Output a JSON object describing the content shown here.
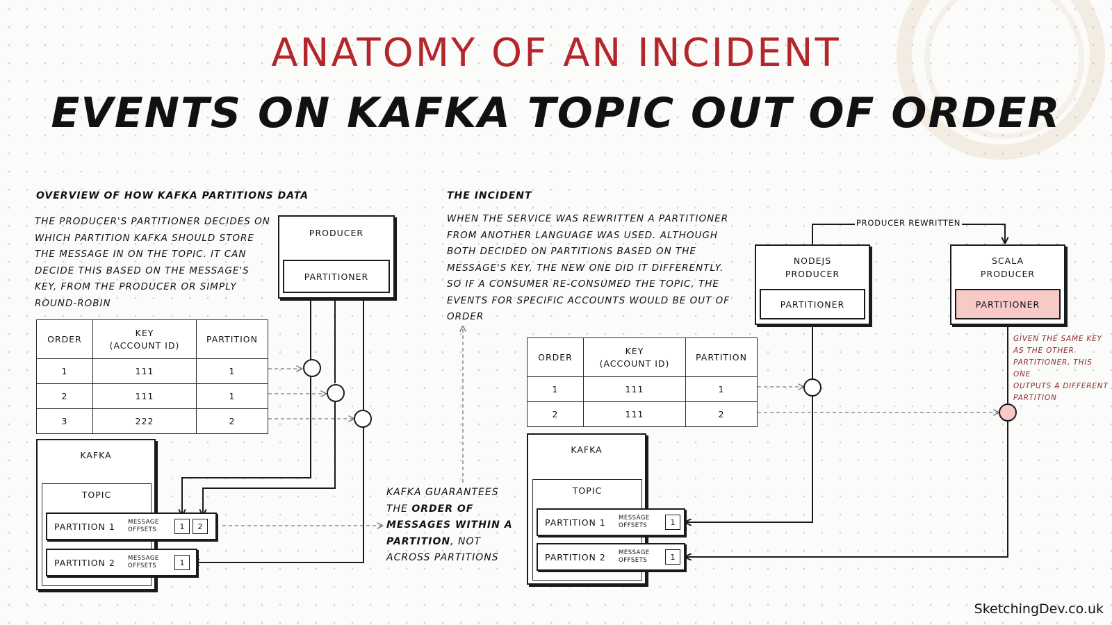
{
  "title": "ANATOMY OF AN INCIDENT",
  "subtitle": "EVENTS ON KAFKA TOPIC OUT OF ORDER",
  "colors": {
    "accent_red": "#b3262b",
    "highlight_pink": "#f7c9c7",
    "note_red": "#8a2a2a"
  },
  "left": {
    "heading": "OVERVIEW OF HOW KAFKA PARTITIONS DATA",
    "description": "THE PRODUCER'S PARTITIONER DECIDES ON\nWHICH PARTITION KAFKA SHOULD STORE\nTHE MESSAGE IN ON THE TOPIC. IT CAN\nDECIDE THIS BASED ON THE MESSAGE'S\nKEY, FROM THE PRODUCER OR SIMPLY\nROUND-ROBIN",
    "producer": {
      "label": "PRODUCER",
      "partitioner": "PARTITIONER"
    },
    "table": {
      "headers": [
        "ORDER",
        "KEY\n(ACCOUNT ID)",
        "PARTITION"
      ],
      "rows": [
        [
          "1",
          "111",
          "1"
        ],
        [
          "2",
          "111",
          "1"
        ],
        [
          "3",
          "222",
          "2"
        ]
      ]
    },
    "kafka": {
      "label": "KAFKA",
      "topic": "TOPIC",
      "partitions": [
        {
          "name": "PARTITION 1",
          "offsets_label": "MESSAGE\nOFFSETS",
          "offsets": [
            "1",
            "2"
          ]
        },
        {
          "name": "PARTITION 2",
          "offsets_label": "MESSAGE\nOFFSETS",
          "offsets": [
            "1"
          ]
        }
      ]
    },
    "guarantee": {
      "line1": "KAFKA GUARANTEES",
      "line2a": "THE ",
      "line2b": "ORDER OF",
      "line3": "MESSAGES WITHIN A",
      "line4a": "PARTITION",
      "line4b": ", NOT",
      "line5": "ACROSS PARTITIONS"
    }
  },
  "right": {
    "heading": "THE INCIDENT",
    "description": "WHEN THE SERVICE WAS REWRITTEN A PARTITIONER\nFROM ANOTHER LANGUAGE WAS USED. ALTHOUGH\nBOTH DECIDED ON PARTITIONS BASED ON THE\nMESSAGE'S KEY, THE NEW ONE DID IT DIFFERENTLY.\nSO IF A CONSUMER RE-CONSUMED THE TOPIC, THE\nEVENTS FOR SPECIFIC ACCOUNTS WOULD BE OUT OF\nORDER",
    "rewritten_label": "PRODUCER REWRITTEN",
    "nodejs_producer": {
      "label": "NODEJS\nPRODUCER",
      "partitioner": "PARTITIONER"
    },
    "scala_producer": {
      "label": "SCALA\nPRODUCER",
      "partitioner": "PARTITIONER"
    },
    "scala_note": "GIVEN THE SAME KEY\nAS THE OTHER\nPARTITIONER, THIS ONE\nOUTPUTS A DIFFERENT\nPARTITION",
    "table": {
      "headers": [
        "ORDER",
        "KEY\n(ACCOUNT ID)",
        "PARTITION"
      ],
      "rows": [
        [
          "1",
          "111",
          "1"
        ],
        [
          "2",
          "111",
          "2"
        ]
      ]
    },
    "kafka": {
      "label": "KAFKA",
      "topic": "TOPIC",
      "partitions": [
        {
          "name": "PARTITION 1",
          "offsets_label": "MESSAGE\nOFFSETS",
          "offsets": [
            "1"
          ]
        },
        {
          "name": "PARTITION 2",
          "offsets_label": "MESSAGE\nOFFSETS",
          "offsets": [
            "1"
          ]
        }
      ]
    }
  },
  "footer": "SketchingDev.co.uk"
}
